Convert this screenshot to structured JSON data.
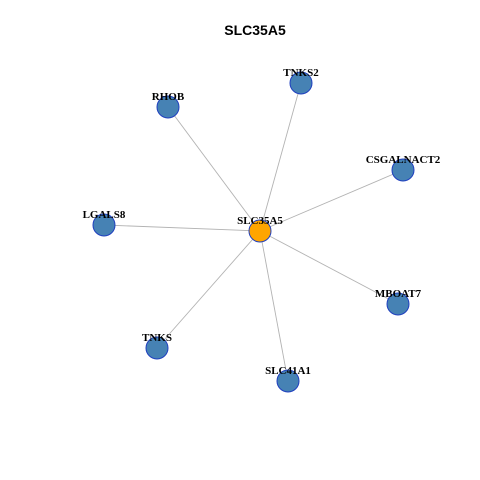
{
  "title": "SLC35A5",
  "colors": {
    "center_node": "#FFA500",
    "peripheral_node": "#4682B4",
    "node_border": "#1F3FBF",
    "edge": "#B3B3B3"
  },
  "network": {
    "center": "SLC35A5",
    "nodes": [
      {
        "id": "SLC35A5",
        "label": "SLC35A5",
        "role": "center"
      },
      {
        "id": "TNKS2",
        "label": "TNKS2",
        "role": "neighbor"
      },
      {
        "id": "RHOB",
        "label": "RHOB",
        "role": "neighbor"
      },
      {
        "id": "CSGALNACT2",
        "label": "CSGALNACT2",
        "role": "neighbor"
      },
      {
        "id": "LGALS8",
        "label": "LGALS8",
        "role": "neighbor"
      },
      {
        "id": "MBOAT7",
        "label": "MBOAT7",
        "role": "neighbor"
      },
      {
        "id": "TNKS",
        "label": "TNKS",
        "role": "neighbor"
      },
      {
        "id": "SLC41A1",
        "label": "SLC41A1",
        "role": "neighbor"
      }
    ],
    "edges": [
      {
        "source": "SLC35A5",
        "target": "TNKS2"
      },
      {
        "source": "SLC35A5",
        "target": "RHOB"
      },
      {
        "source": "SLC35A5",
        "target": "CSGALNACT2"
      },
      {
        "source": "SLC35A5",
        "target": "LGALS8"
      },
      {
        "source": "SLC35A5",
        "target": "MBOAT7"
      },
      {
        "source": "SLC35A5",
        "target": "TNKS"
      },
      {
        "source": "SLC35A5",
        "target": "SLC41A1"
      }
    ]
  }
}
